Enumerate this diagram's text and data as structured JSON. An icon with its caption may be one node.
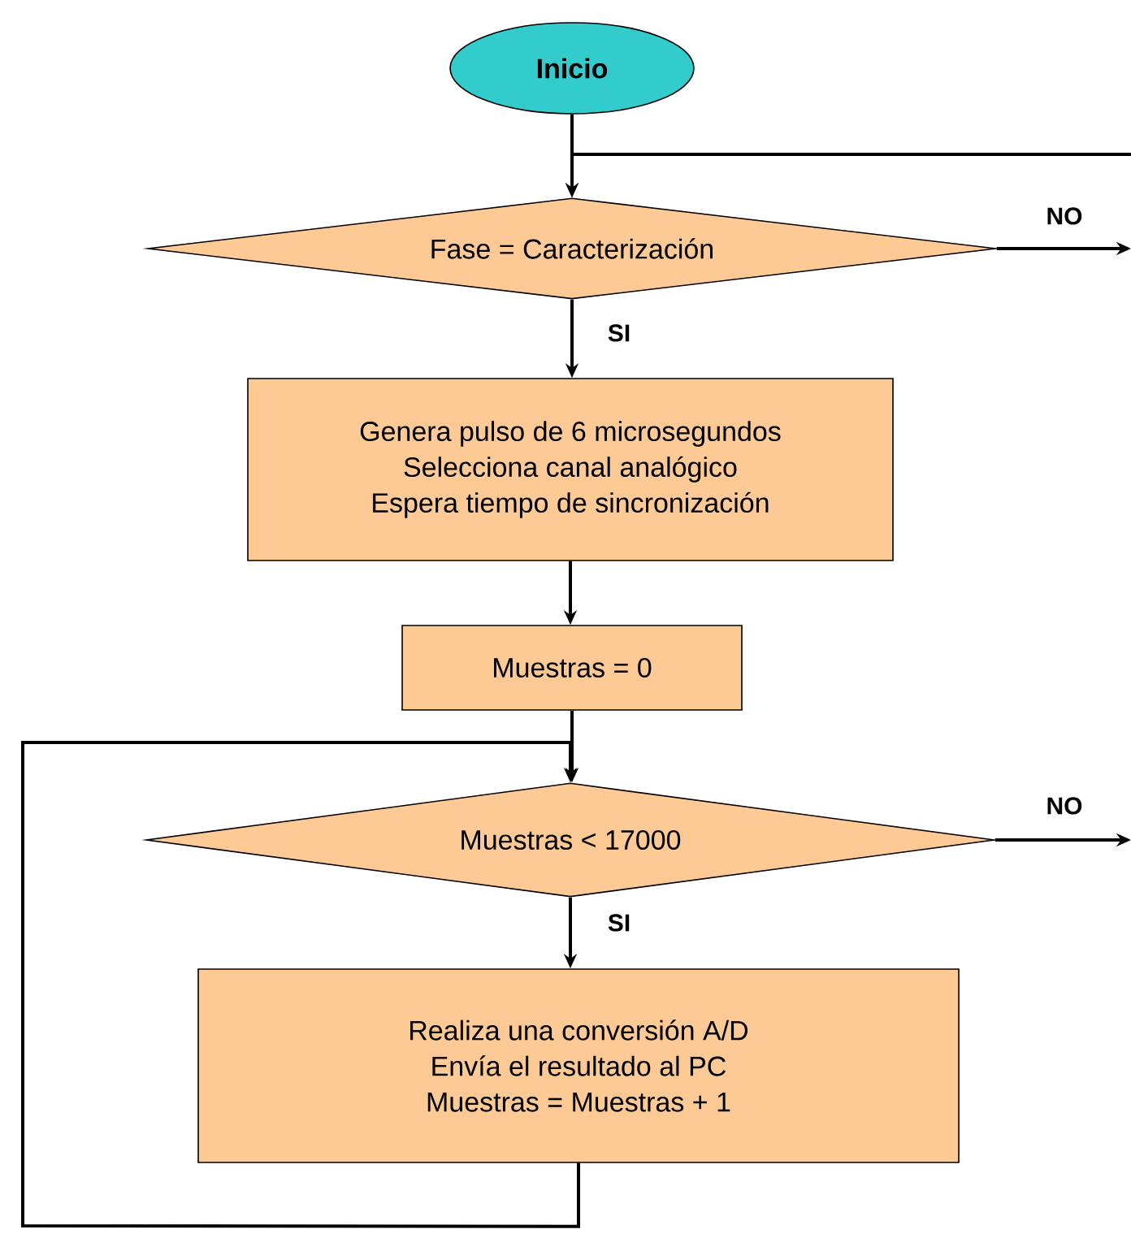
{
  "diagram": {
    "nodes": [
      {
        "text": [
          "Inicio"
        ]
      },
      {
        "text": [
          "Fase = Caracterización"
        ]
      },
      {
        "text": [
          "Genera pulso de 6 microsegundos",
          "Selecciona canal analógico",
          "Espera tiempo de sincronización"
        ]
      },
      {
        "text": [
          "Muestras = 0"
        ]
      },
      {
        "text": [
          "Muestras < 17000"
        ]
      },
      {
        "text": [
          "Realiza una conversión A/D",
          "Envía el resultado al PC",
          "Muestras = Muestras + 1"
        ]
      }
    ],
    "edges": [
      {
        "from": 0,
        "to": 1,
        "arrow": "to"
      },
      {
        "from": null,
        "to": 1,
        "arrow": "to"
      },
      {
        "from": 1,
        "to": null,
        "arrow": "to",
        "label": "NO"
      },
      {
        "from": 1,
        "to": 2,
        "arrow": "to",
        "label": "SI"
      },
      {
        "from": 2,
        "to": 3,
        "arrow": "to"
      },
      {
        "from": 3,
        "to": 4,
        "arrow": "to"
      },
      {
        "from": 4,
        "to": null,
        "arrow": "to",
        "label": "NO"
      },
      {
        "from": 4,
        "to": 5,
        "arrow": "to",
        "label": "SI"
      },
      {
        "from": 5,
        "to": 4,
        "arrow": "to"
      }
    ]
  }
}
